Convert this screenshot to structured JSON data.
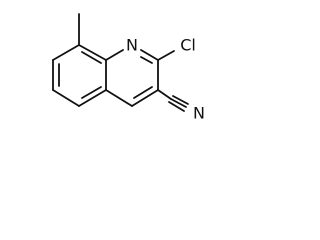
{
  "molecule": {
    "atoms": {
      "n1": "N",
      "cl": "Cl",
      "n_nitrile": "N"
    }
  }
}
